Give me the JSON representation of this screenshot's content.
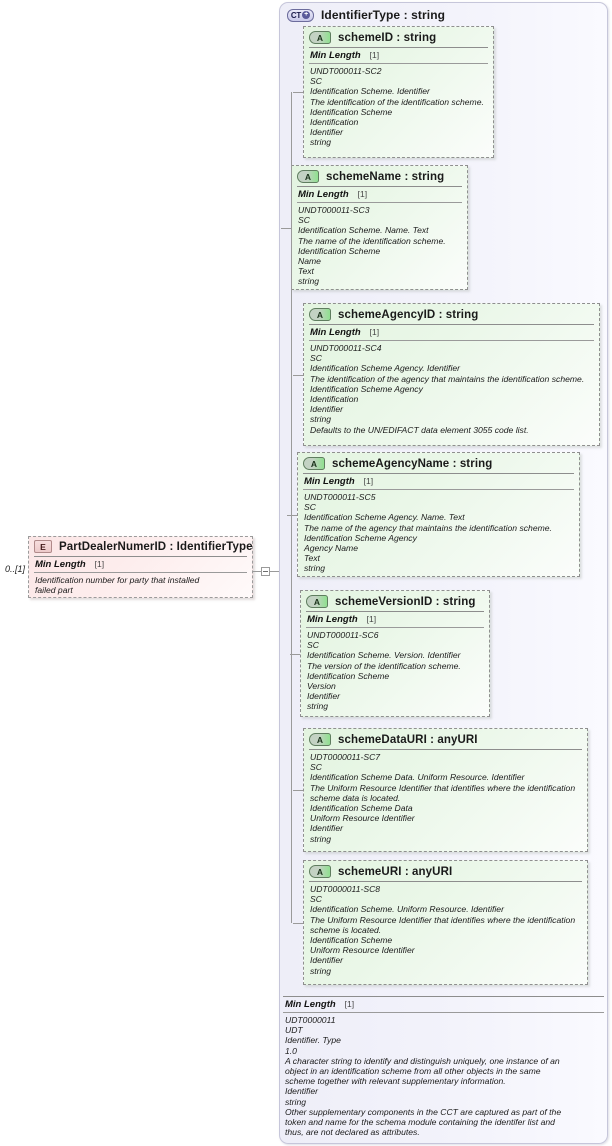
{
  "diagram": {
    "kind": "xsd-schema-diagram",
    "colors": {
      "attribute_fill": "#e3f4e0",
      "element_fill": "#fbe6e6",
      "container_fill": "#eeeef8",
      "border": "#8f8f8f"
    }
  },
  "element": {
    "badge": "E",
    "badge_name": "element-icon",
    "title": "PartDealerNumerID : IdentifierType",
    "cardinality": "0..[1]",
    "facet": {
      "label": "Min Length",
      "value": "[1]"
    },
    "doc": [
      "Identification number for party that installed",
      "failed part"
    ]
  },
  "complex_type": {
    "badge": "CT",
    "badge_plus": "+",
    "badge_name": "complextype-expand-icon",
    "title": "IdentifierType : string",
    "footer": {
      "facet": {
        "label": "Min Length",
        "value": "[1]"
      },
      "doc": [
        "UDT0000011",
        "UDT",
        "Identifier. Type",
        "1.0",
        "A character string to identify and distinguish uniquely, one instance of an\nobject in an identification scheme from all other objects in the same\nscheme together with relevant supplementary information.",
        "Identifier",
        "string",
        "Other supplementary components in the CCT are captured as part of the\ntoken and name for the schema module containing the identifer list and\nthus, are not declared as attributes."
      ]
    }
  },
  "attributes": [
    {
      "badge": "A",
      "title": "schemeID : string",
      "facet": {
        "label": "Min Length",
        "value": "[1]"
      },
      "doc": [
        "UNDT000011-SC2",
        "SC",
        "Identification Scheme. Identifier",
        "The identification of the identification scheme.",
        "Identification Scheme",
        "Identification",
        "Identifier",
        "string"
      ]
    },
    {
      "badge": "A",
      "title": "schemeName : string",
      "facet": {
        "label": "Min Length",
        "value": "[1]"
      },
      "doc": [
        "UNDT000011-SC3",
        "SC",
        "Identification Scheme. Name. Text",
        "The name of the identification scheme.",
        "Identification Scheme",
        "Name",
        "Text",
        "string"
      ]
    },
    {
      "badge": "A",
      "title": "schemeAgencyID : string",
      "facet": {
        "label": "Min Length",
        "value": "[1]"
      },
      "doc": [
        "UNDT000011-SC4",
        "SC",
        "Identification Scheme Agency. Identifier",
        "The identification of the agency that maintains the identification scheme.",
        "Identification Scheme Agency",
        "Identification",
        "Identifier",
        "string",
        "Defaults to the UN/EDIFACT data element 3055 code list."
      ]
    },
    {
      "badge": "A",
      "title": "schemeAgencyName : string",
      "facet": {
        "label": "Min Length",
        "value": "[1]"
      },
      "doc": [
        "UNDT000011-SC5",
        "SC",
        "Identification Scheme Agency. Name. Text",
        "The name of the agency that maintains the identification scheme.",
        "Identification Scheme Agency",
        "Agency Name",
        "Text",
        "string"
      ]
    },
    {
      "badge": "A",
      "title": "schemeVersionID : string",
      "facet": {
        "label": "Min Length",
        "value": "[1]"
      },
      "doc": [
        "UNDT000011-SC6",
        "SC",
        "Identification Scheme. Version. Identifier",
        "The version of the identification scheme.",
        "Identification Scheme",
        "Version",
        "Identifier",
        "string"
      ]
    },
    {
      "badge": "A",
      "title": "schemeDataURI : anyURI",
      "facet": null,
      "doc": [
        "UDT0000011-SC7",
        "SC",
        "Identification Scheme Data. Uniform Resource. Identifier",
        "The Uniform Resource Identifier that identifies where the identification\nscheme data is located.",
        "Identification Scheme Data",
        "Uniform Resource Identifier",
        "Identifier",
        "string"
      ]
    },
    {
      "badge": "A",
      "title": "schemeURI : anyURI",
      "facet": null,
      "doc": [
        "UDT0000011-SC8",
        "SC",
        "Identification Scheme. Uniform Resource. Identifier",
        "The Uniform Resource Identifier that identifies where the identification\nscheme is located.",
        "Identification Scheme",
        "Uniform Resource Identifier",
        "Identifier",
        "string"
      ]
    }
  ]
}
